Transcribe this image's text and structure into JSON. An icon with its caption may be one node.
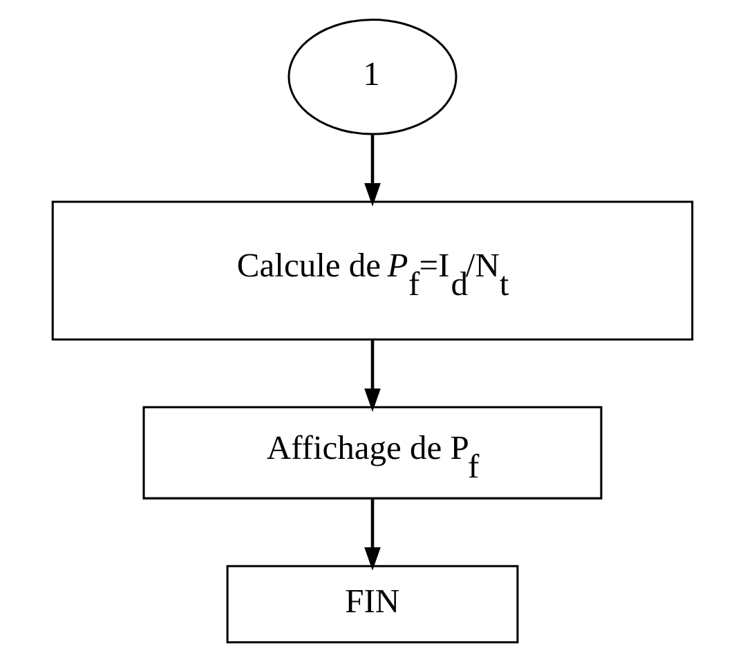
{
  "diagram": {
    "nodes": [
      {
        "text": [
          "1"
        ]
      },
      {
        "text": [
          "Calcule de *P*$_{f}$=I$_{d}$/N$_{t}$"
        ]
      },
      {
        "text": [
          "Affichage de P$_{f}$"
        ]
      },
      {
        "text": [
          "FIN"
        ]
      }
    ],
    "edges": [
      {
        "from": 0,
        "to": 1,
        "arrow": "to"
      },
      {
        "from": 1,
        "to": 2,
        "arrow": "to"
      },
      {
        "from": 2,
        "to": 3,
        "arrow": "to"
      }
    ]
  }
}
